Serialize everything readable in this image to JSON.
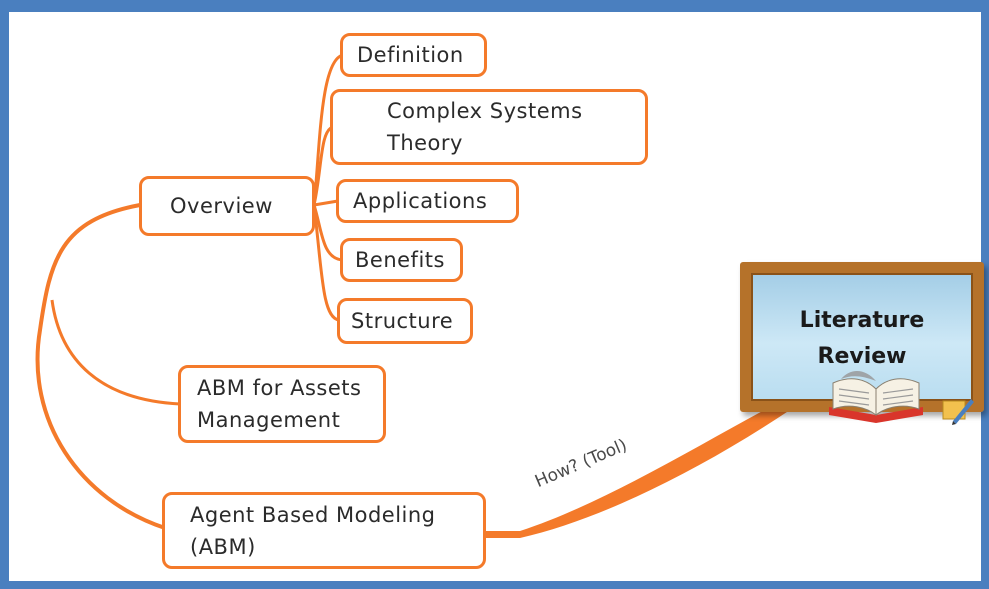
{
  "central": {
    "label": "Literature\nReview"
  },
  "edge_label": "How? (Tool)",
  "nodes": {
    "overview": "Overview",
    "definition": "Definition",
    "complex_systems": "Complex Systems\nTheory",
    "applications": "Applications",
    "benefits": "Benefits",
    "structure": "Structure",
    "abm_assets": "ABM for Assets\nManagement",
    "abm": "Agent Based Modeling\n(ABM)"
  },
  "colors": {
    "frame": "#4a7fbf",
    "branch": "#f47a2a",
    "board_wood": "#b5722a",
    "board_face": "#cde8f6"
  }
}
